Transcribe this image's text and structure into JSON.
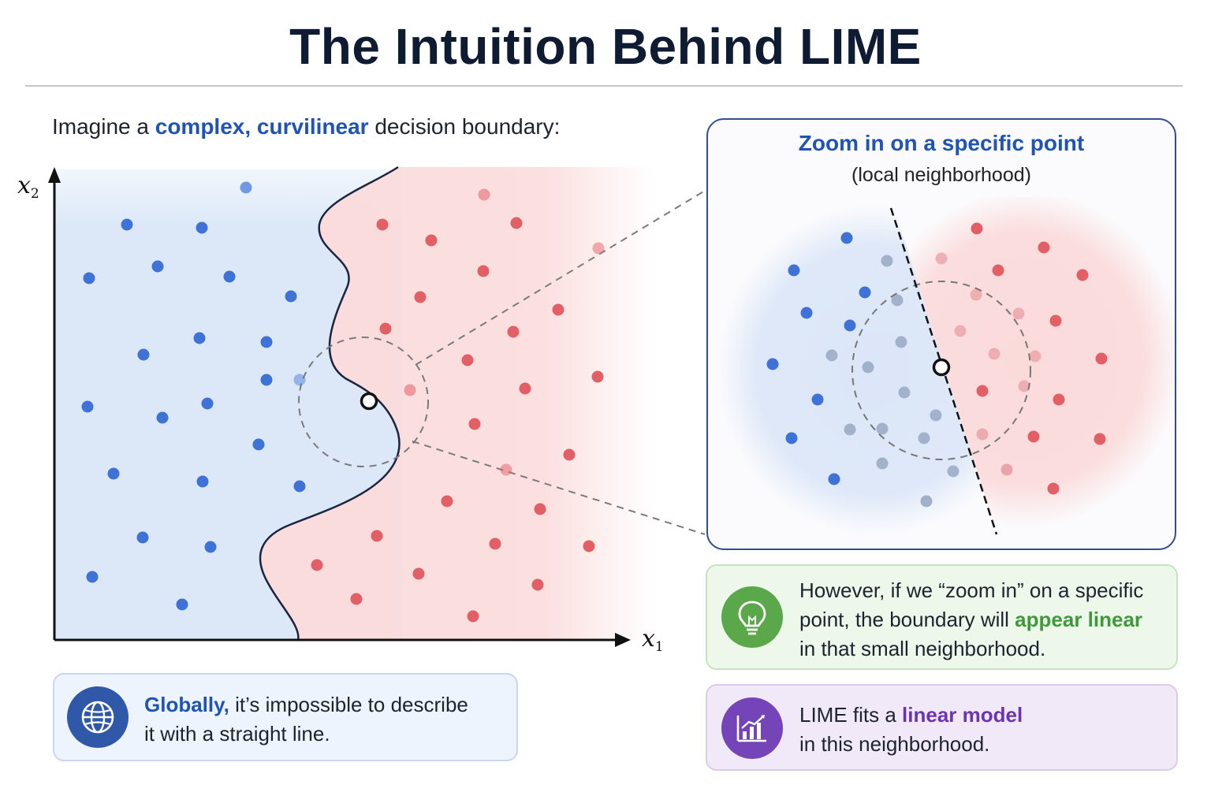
{
  "title": "The Intuition Behind LIME",
  "intro": {
    "prefix": "Imagine a ",
    "kw1": "complex,",
    "space": " ",
    "kw2": "curvilinear",
    "suffix": " decision boundary:"
  },
  "axes": {
    "x_var": "x",
    "x_sub": "1",
    "y_var": "x",
    "y_sub": "2"
  },
  "zoom": {
    "title": "Zoom in on a specific point",
    "subtitle": "(local neighborhood)"
  },
  "cards": {
    "global": {
      "icon": "globe-icon",
      "kw": "Globally,",
      "line1": " it’s impossible to describe",
      "line2": "it with a straight line."
    },
    "local": {
      "icon": "lightbulb-icon",
      "line1": "However, if we “zoom in” on a specific",
      "line2_prefix": "point, the boundary will ",
      "line2_kw": "appear linear",
      "line3": "in that small neighborhood."
    },
    "lime": {
      "icon": "bar-chart-icon",
      "line1_prefix": "LIME fits a ",
      "line1_kw": "linear model",
      "line2": "in this neighborhood."
    }
  },
  "colors": {
    "class_blue": "#3e72d6",
    "class_red": "#e35f66",
    "keyword_blue": "#1f54b5",
    "keyword_green": "#3f9a3a",
    "keyword_purple": "#6b35b0",
    "icon_globe_bg": "#2f58a8",
    "icon_bulb_bg": "#5aa84a",
    "icon_chart_bg": "#7544b8"
  }
}
